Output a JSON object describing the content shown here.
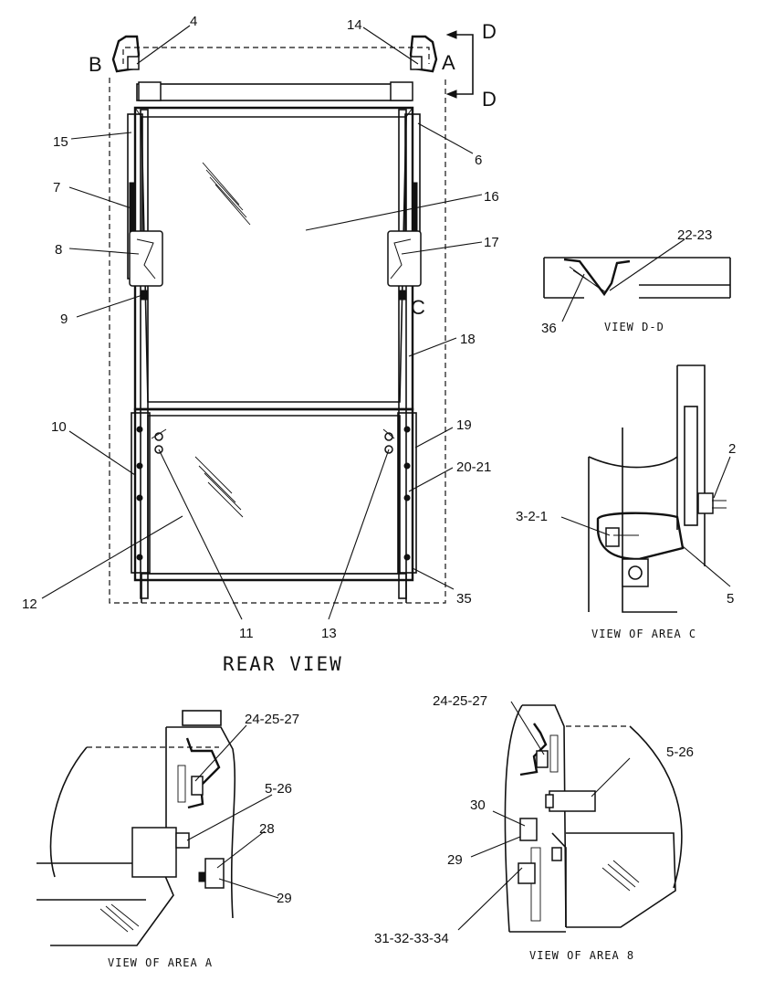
{
  "titles": {
    "rear_view": "REAR VIEW",
    "view_dd": "VIEW D-D",
    "view_area_c": "VIEW OF AREA C",
    "view_area_a": "VIEW OF AREA A",
    "view_area_b": "VIEW OF AREA 8"
  },
  "section_letters": {
    "b": "B",
    "a": "A",
    "d_top": "D",
    "d_bottom": "D",
    "c": "C"
  },
  "callouts": {
    "c4": "4",
    "c14": "14",
    "c15": "15",
    "c6": "6",
    "c7": "7",
    "c16": "16",
    "c8": "8",
    "c17": "17",
    "c9": "9",
    "c18": "18",
    "c10": "10",
    "c19": "19",
    "c20_21": "20-21",
    "c12": "12",
    "c35": "35",
    "c11": "11",
    "c13": "13",
    "c22_23": "22-23",
    "c36": "36",
    "c2": "2",
    "c3_2_1": "3-2-1",
    "c5": "5",
    "a_24_25_27": "24-25-27",
    "a_5_26": "5-26",
    "a_28": "28",
    "a_29": "29",
    "b_24_25_27": "24-25-27",
    "b_5_26": "5-26",
    "b_30": "30",
    "b_29": "29",
    "b_31_34": "31-32-33-34"
  }
}
